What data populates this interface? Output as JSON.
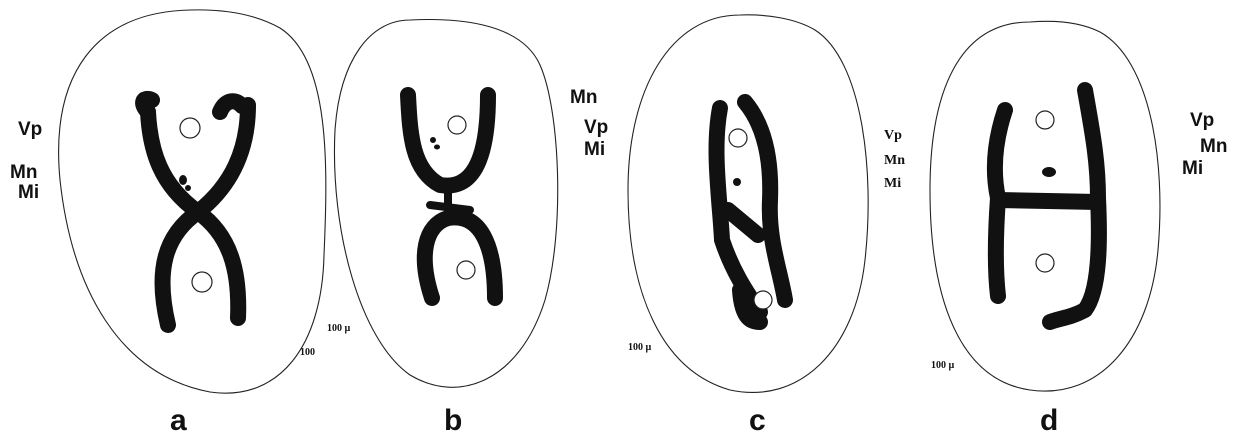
{
  "panels": [
    {
      "letter": "a",
      "labels": [
        "Vp",
        "Mn",
        "Mi"
      ],
      "scale": [
        "100 µ",
        "100"
      ]
    },
    {
      "letter": "b",
      "labels": [
        "Mn",
        "Vp",
        "Mi"
      ]
    },
    {
      "letter": "c",
      "labels": [
        "Vp",
        "Mn",
        "Mi"
      ],
      "scale": [
        "100 µ"
      ]
    },
    {
      "letter": "d",
      "labels": [
        "Vp",
        "Mn",
        "Mi"
      ],
      "scale": [
        "100 µ"
      ]
    }
  ]
}
